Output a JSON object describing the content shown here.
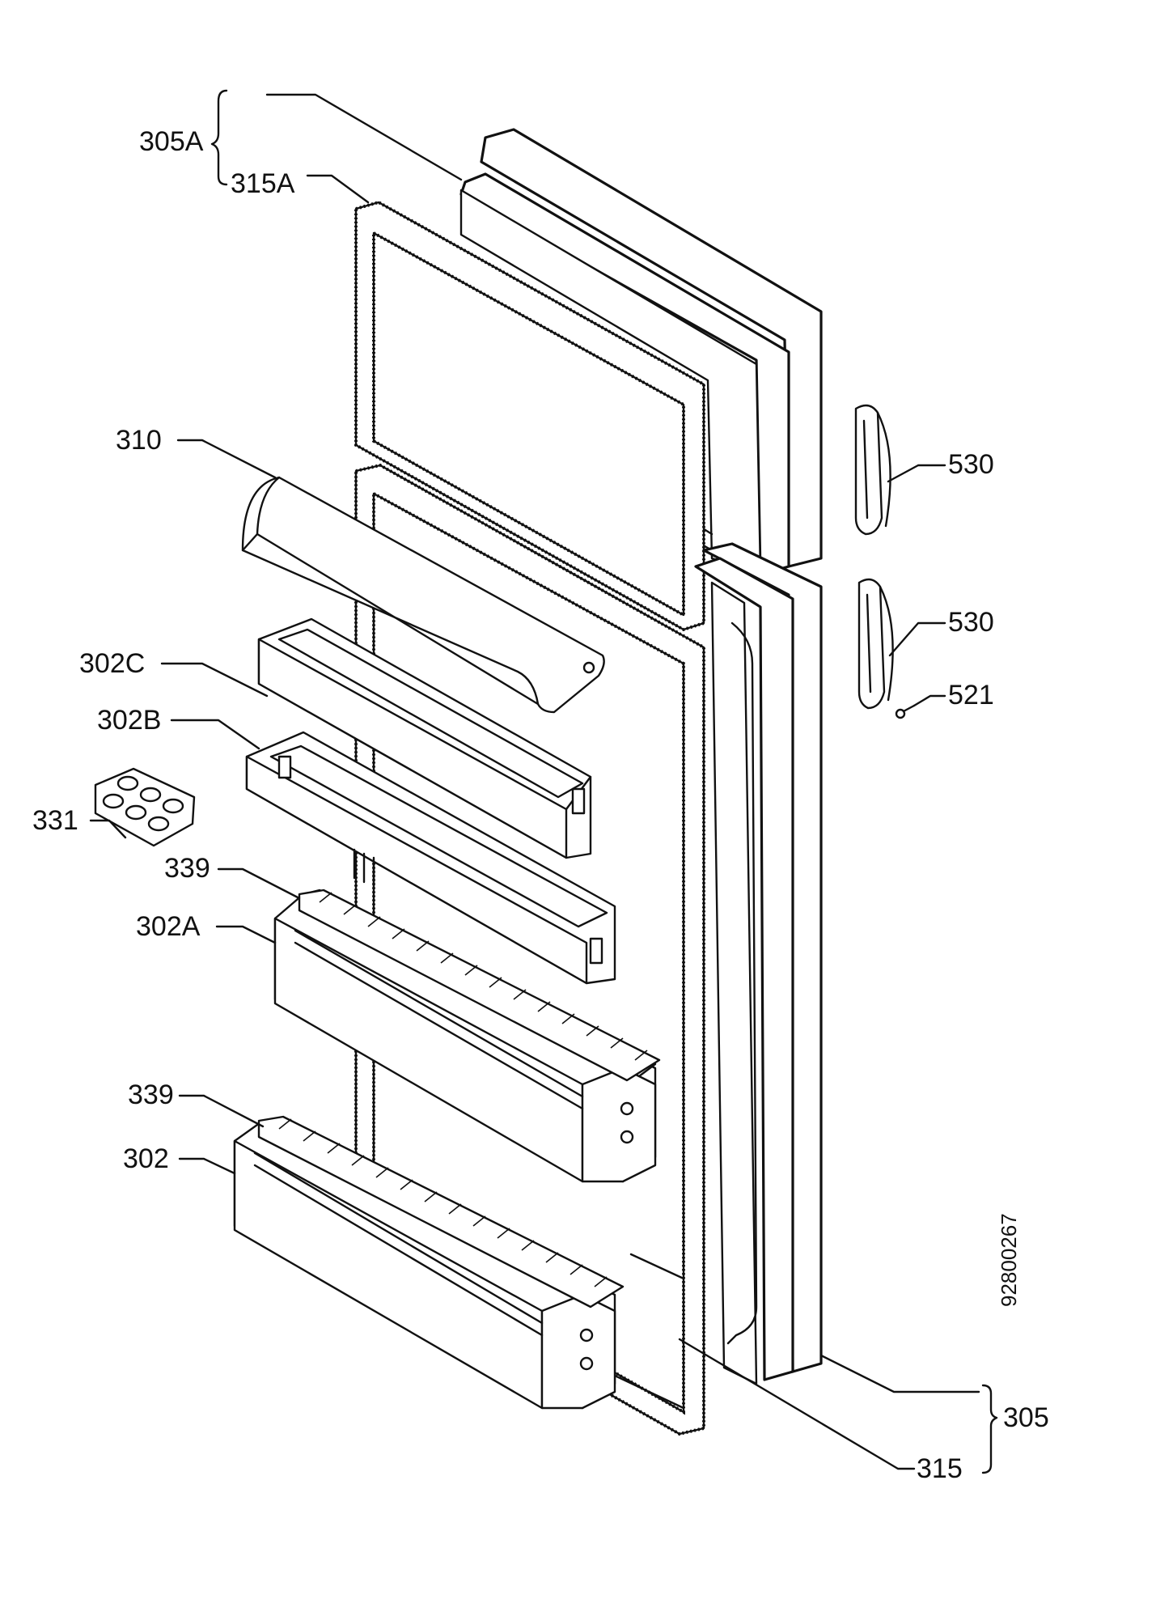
{
  "diagram": {
    "labels": {
      "l305A": "305A",
      "l315A": "315A",
      "l310": "310",
      "l302C": "302C",
      "l302B": "302B",
      "l331": "331",
      "l339a": "339",
      "l302A": "302A",
      "l339b": "339",
      "l302": "302",
      "l530a": "530",
      "l530b": "530",
      "l521": "521",
      "l305": "305",
      "l315": "315"
    },
    "document_number": "92800267"
  }
}
